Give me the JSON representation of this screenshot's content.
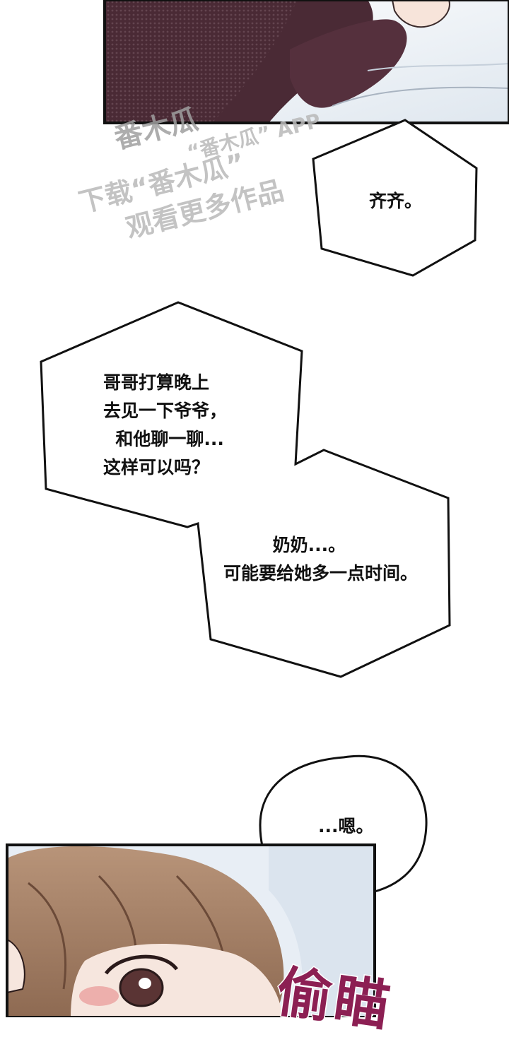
{
  "bubbles": {
    "qiqi": "齐齐。",
    "brother": "哥哥打算晚上\n去见一下爷爷，\n  和他聊一聊...\n这样可以吗？",
    "grandma": "        奶奶...。\n可能要给她多一点时间。",
    "en": "...嗯。"
  },
  "watermark": {
    "line1": "番木瓜",
    "line2": "“番木瓜” APP",
    "line3": "下载“番木瓜”",
    "line4": "观看更多作品"
  },
  "sfx": {
    "text": "偷瞄"
  },
  "colors": {
    "sfx": "#8c1f53",
    "sweater": "#4a2a35",
    "hair": "#a07a5e",
    "sheet": "#eef2f7",
    "blush": "#e88a8a"
  }
}
